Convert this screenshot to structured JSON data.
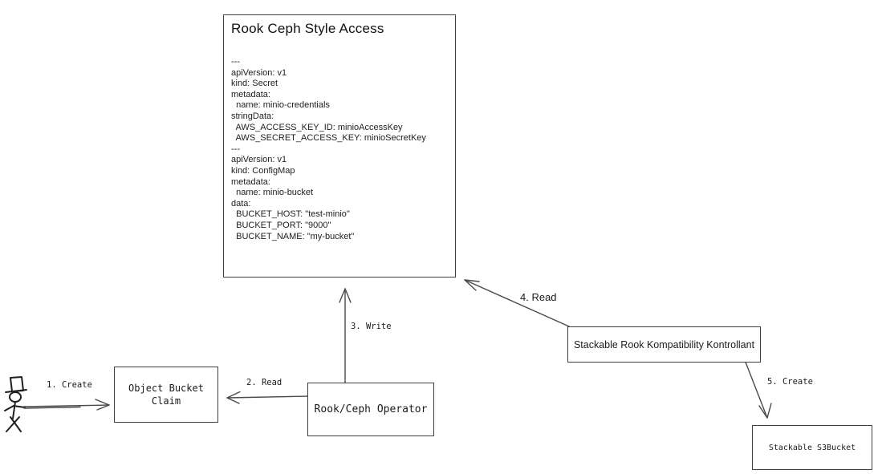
{
  "diagram": {
    "background": "#ffffff",
    "border_color": "#3f3f3f",
    "arrow_color": "#4a4a4a",
    "text_color": "#1b1b1b"
  },
  "nodes": {
    "rook_ceph_style_access": {
      "title": "Rook Ceph Style Access",
      "yaml": "---\napiVersion: v1\nkind: Secret\nmetadata:\n  name: minio-credentials\nstringData:\n  AWS_ACCESS_KEY_ID: minioAccessKey\n  AWS_SECRET_ACCESS_KEY: minioSecretKey\n---\napiVersion: v1\nkind: ConfigMap\nmetadata:\n  name: minio-bucket\ndata:\n  BUCKET_HOST: \"test-minio\"\n  BUCKET_PORT: \"9000\"\n  BUCKET_NAME: \"my-bucket\""
    },
    "object_bucket_claim": {
      "label": "Object Bucket\nClaim"
    },
    "rook_ceph_operator": {
      "label": "Rook/Ceph Operator"
    },
    "stackable_kontrollant": {
      "label": "Stackable Rook Kompatibility Kontrollant"
    },
    "stackable_s3bucket": {
      "label": "Stackable S3Bucket"
    }
  },
  "edges": {
    "create_obc": {
      "label": "1. Create",
      "from": "user",
      "to": "object_bucket_claim"
    },
    "read_obc": {
      "label": "2. Read",
      "from": "rook_ceph_operator",
      "to": "object_bucket_claim"
    },
    "write_secret": {
      "label": "3. Write",
      "from": "rook_ceph_operator",
      "to": "rook_ceph_style_access"
    },
    "read_secret": {
      "label": "4. Read",
      "from": "stackable_kontrollant",
      "to": "rook_ceph_style_access"
    },
    "create_s3bucket": {
      "label": "5. Create",
      "from": "stackable_kontrollant",
      "to": "stackable_s3bucket"
    }
  },
  "actor": {
    "name": "user with top hat"
  }
}
